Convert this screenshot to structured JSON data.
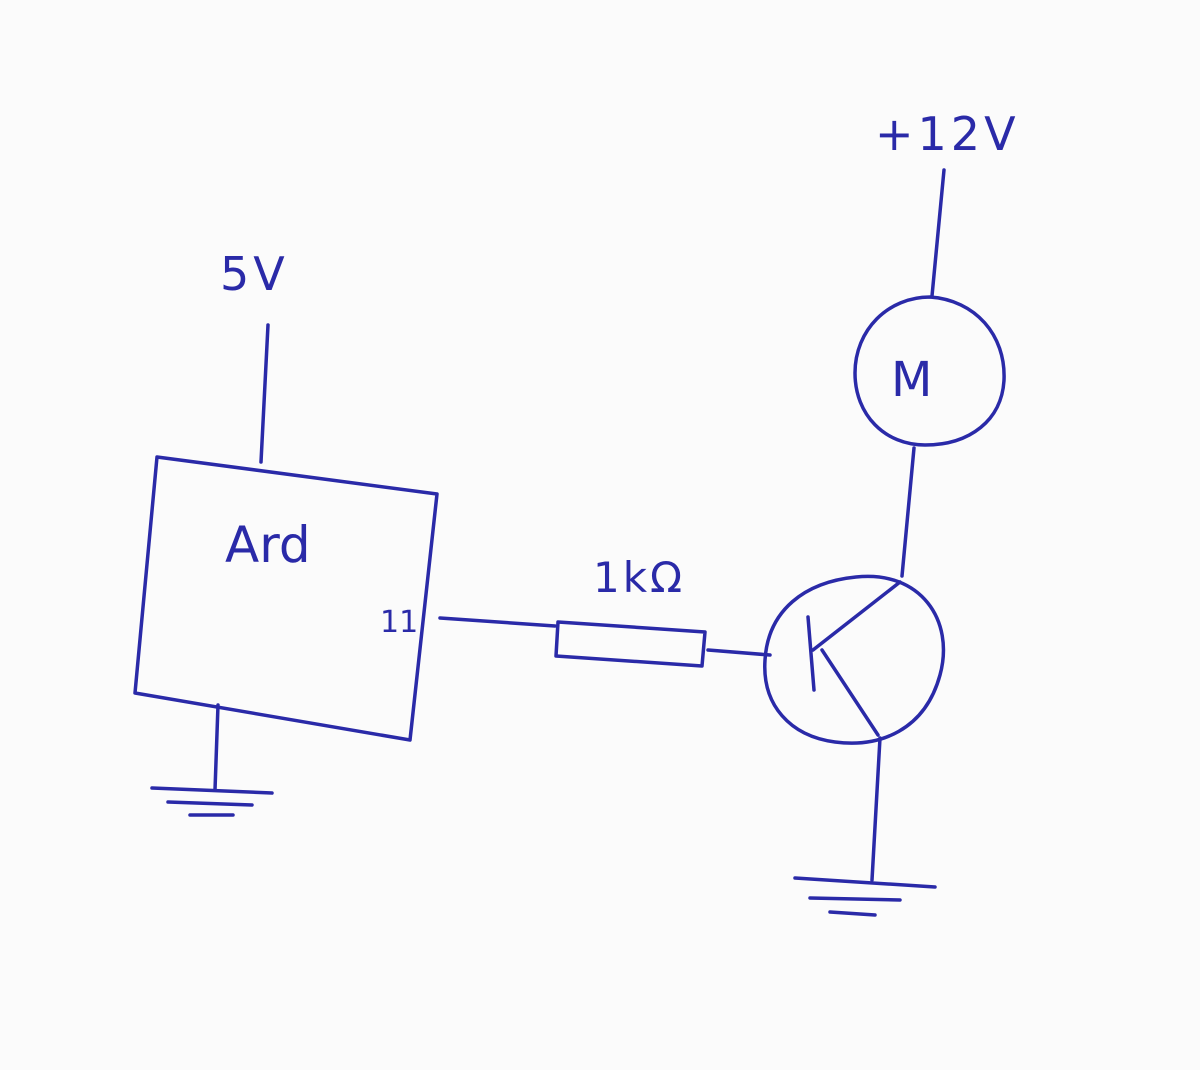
{
  "diagram": {
    "type": "hand-drawn circuit schematic",
    "ink_color": "#2a2aa8",
    "paper_color": "#fbfbfb",
    "labels": {
      "supply_logic": "5V",
      "supply_motor": "+12V",
      "controller": "Ard",
      "pin": "11",
      "resistor": "1kΩ",
      "motor": "M"
    },
    "components": [
      {
        "id": "arduino",
        "kind": "box"
      },
      {
        "id": "resistor",
        "kind": "resistor"
      },
      {
        "id": "transistor",
        "kind": "npn-transistor"
      },
      {
        "id": "motor",
        "kind": "motor"
      },
      {
        "id": "ground-left",
        "kind": "ground"
      },
      {
        "id": "ground-right",
        "kind": "ground"
      }
    ]
  }
}
